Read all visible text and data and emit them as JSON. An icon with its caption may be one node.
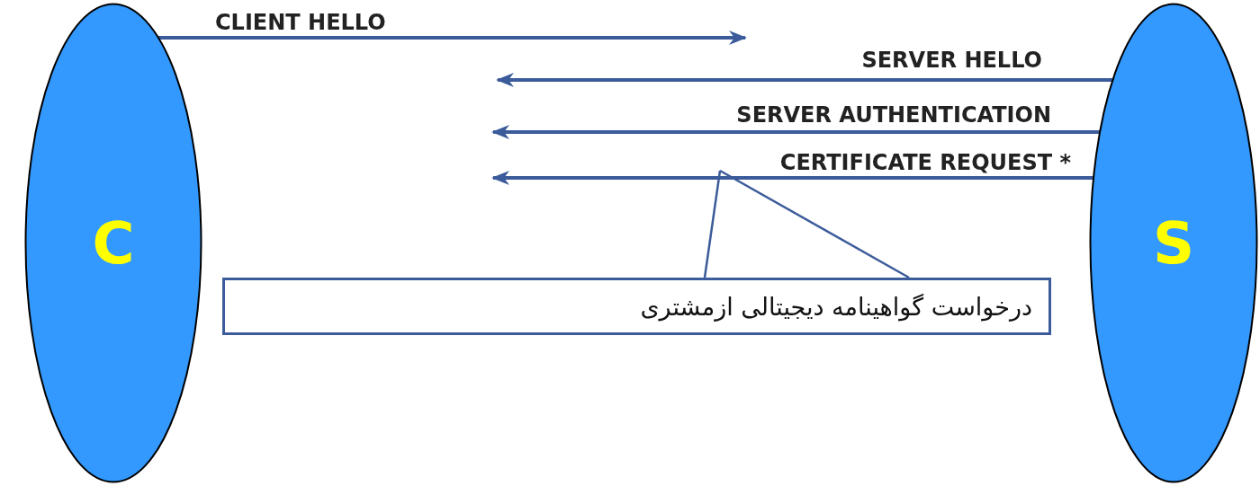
{
  "diagram": {
    "nodes": [
      {
        "text": [
          "C"
        ]
      },
      {
        "text": [
          "S"
        ]
      },
      {
        "text": [
          "درخواست گواهینامه دیجیتالی ازمشتری"
        ]
      }
    ],
    "edges": [
      {
        "from": 0,
        "to": null,
        "arrow": "to",
        "label": "CLIENT HELLO"
      },
      {
        "from": 1,
        "to": null,
        "arrow": "to",
        "label": "SERVER HELLO"
      },
      {
        "from": 1,
        "to": null,
        "arrow": "to",
        "label": "SERVER AUTHENTICATION"
      },
      {
        "from": 1,
        "to": null,
        "arrow": "to",
        "label": "CERTIFICATE REQUEST *"
      },
      {
        "from": 2,
        "to": null,
        "arrow": "none"
      },
      {
        "from": 2,
        "to": null,
        "arrow": "none"
      }
    ]
  }
}
